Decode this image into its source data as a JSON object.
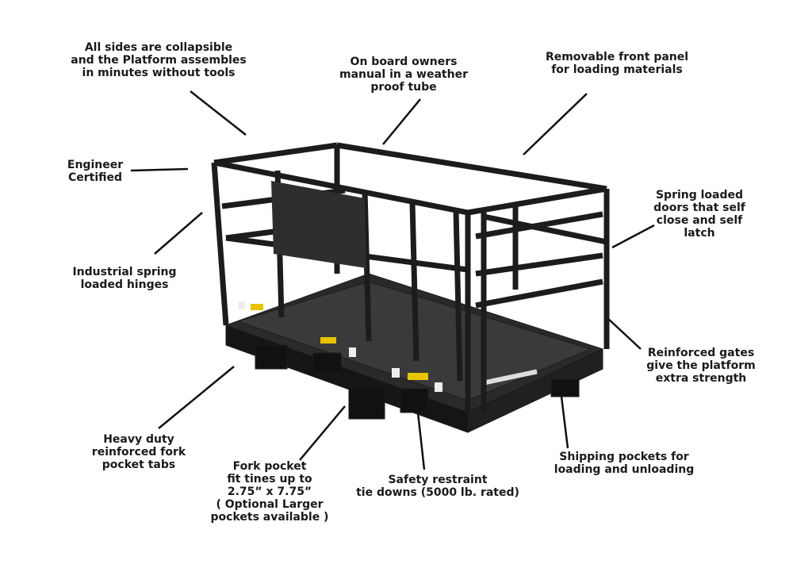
{
  "callouts": [
    {
      "id": "collapsible",
      "lines": [
        "All sides are collapsible",
        "and the Platform assembles",
        "in minutes without tools"
      ]
    },
    {
      "id": "manual",
      "lines": [
        "On board owners",
        "manual in a weather",
        "proof tube"
      ]
    },
    {
      "id": "front-panel",
      "lines": [
        "Removable front panel",
        "for loading materials"
      ]
    },
    {
      "id": "engineer",
      "lines": [
        "Engineer",
        "Certified"
      ]
    },
    {
      "id": "spring-doors",
      "lines": [
        "Spring loaded",
        "doors that self",
        "close and self",
        "latch"
      ]
    },
    {
      "id": "hinges",
      "lines": [
        "Industrial spring",
        "loaded hinges"
      ]
    },
    {
      "id": "gates",
      "lines": [
        "Reinforced gates",
        "give the platform",
        "extra strength"
      ]
    },
    {
      "id": "fork-tabs",
      "lines": [
        "Heavy duty",
        "reinforced fork",
        "pocket tabs"
      ]
    },
    {
      "id": "fork-pocket",
      "lines": [
        "Fork pocket",
        "fit tines up to",
        "2.75” x 7.75”",
        "( Optional Larger",
        "pockets available )"
      ]
    },
    {
      "id": "tie-downs",
      "lines": [
        "Safety restraint",
        "tie downs (5000 lb. rated)"
      ]
    },
    {
      "id": "shipping",
      "lines": [
        "Shipping pockets for",
        "loading and unloading"
      ]
    }
  ]
}
